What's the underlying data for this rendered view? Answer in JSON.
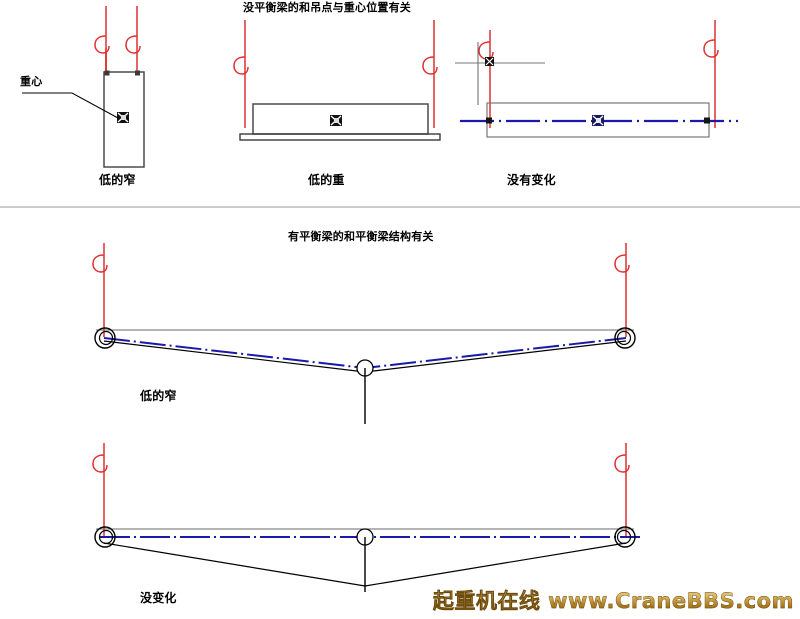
{
  "document": {
    "type": "engineering-diagram",
    "subject": "Lifting rigging: effect of hook point and centre of gravity",
    "background_color": "#ffffff"
  },
  "colors": {
    "rope_red": "#e03030",
    "outline_black": "#000000",
    "box_gray": "#555555",
    "centerline_blue": "#1a1aa8",
    "watermark_gold": "#c9962f",
    "divider_gray": "#888888"
  },
  "sections": {
    "top": {
      "title": "没平衡梁的和吊点与重心位置有关",
      "panels": [
        {
          "id": "panel-vertical-load",
          "caption": "低的窄",
          "annotation": "重心",
          "cg_marker": true,
          "load_shape": "tall-vertical-box"
        },
        {
          "id": "panel-wide-load",
          "caption": "低的重",
          "cg_marker": true,
          "load_shape": "wide-box-on-base"
        },
        {
          "id": "panel-no-change",
          "caption": "没有变化",
          "cg_marker": true,
          "load_shape": "wide-box-with-centerline",
          "has_blue_centerline": true
        }
      ]
    },
    "bottom": {
      "title": "有平衡梁的和平衡梁结构有关",
      "panels": [
        {
          "id": "panel-v-spreader",
          "caption": "低的窄",
          "beam_shape": "v-shaped-spreader",
          "has_blue_centerline": true,
          "lug_count": 3
        },
        {
          "id": "panel-straight-spreader",
          "caption": "没变化",
          "beam_shape": "straight-spreader",
          "has_blue_centerline": true,
          "lug_count": 3
        }
      ]
    }
  },
  "watermark": {
    "chinese": "起重机在线",
    "latin": "www.CraneBBS.com"
  }
}
